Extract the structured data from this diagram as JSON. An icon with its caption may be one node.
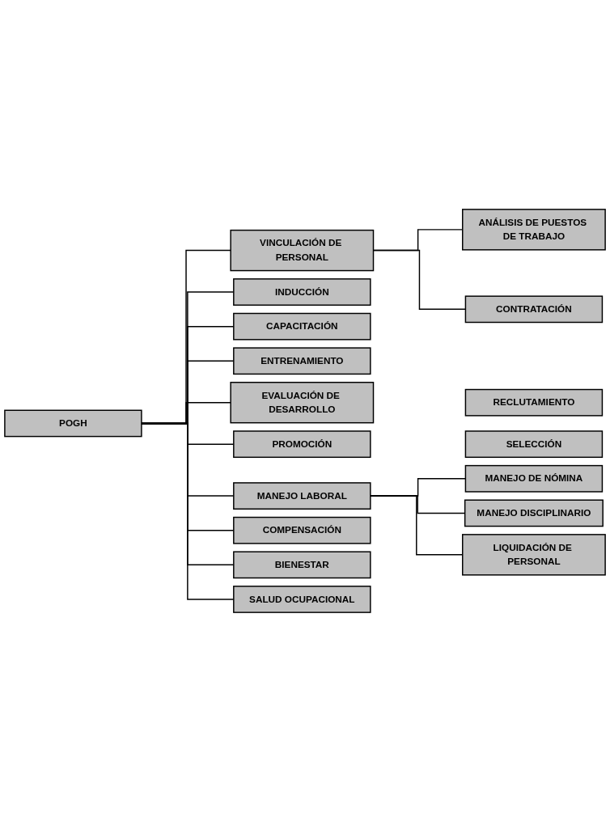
{
  "diagram": {
    "nodes": [
      {
        "text": [
          "POGH"
        ]
      },
      {
        "text": [
          "VINCULACIÓN DE PERSONAL"
        ]
      },
      {
        "text": [
          "ANÁLISIS DE PUESTOS DE TRABAJO"
        ]
      },
      {
        "text": [
          "RECLUTAMIENTO"
        ]
      },
      {
        "text": [
          "SELECCIÓN"
        ]
      },
      {
        "text": [
          "CONTRATACIÓN"
        ]
      },
      {
        "text": [
          "INDUCCIÓN"
        ]
      },
      {
        "text": [
          "CAPACITACIÓN"
        ]
      },
      {
        "text": [
          "ENTRENAMIENTO"
        ]
      },
      {
        "text": [
          "EVALUACIÓN DE DESARROLLO"
        ]
      },
      {
        "text": [
          "PROMOCIÓN"
        ]
      },
      {
        "text": [
          "MANEJO LABORAL"
        ]
      },
      {
        "text": [
          "MANEJO DE NÓMINA"
        ]
      },
      {
        "text": [
          "MANEJO DISCIPLINARIO"
        ]
      },
      {
        "text": [
          "LIQUIDACIÓN DE PERSONAL"
        ]
      },
      {
        "text": [
          "COMPENSACIÓN"
        ]
      },
      {
        "text": [
          "BIENESTAR"
        ]
      },
      {
        "text": [
          "SALUD OCUPACIONAL"
        ]
      }
    ],
    "edges": [
      {
        "from": 0,
        "to": 1,
        "arrow": "none"
      },
      {
        "from": 1,
        "to": 2,
        "arrow": "none"
      },
      {
        "from": 1,
        "to": 5,
        "arrow": "none"
      },
      {
        "from": 0,
        "to": 6,
        "arrow": "none"
      },
      {
        "from": 0,
        "to": 7,
        "arrow": "none"
      },
      {
        "from": 0,
        "to": 8,
        "arrow": "none"
      },
      {
        "from": 0,
        "to": 9,
        "arrow": "none"
      },
      {
        "from": 0,
        "to": 10,
        "arrow": "none"
      },
      {
        "from": 0,
        "to": 11,
        "arrow": "none"
      },
      {
        "from": 11,
        "to": 12,
        "arrow": "none"
      },
      {
        "from": 11,
        "to": 13,
        "arrow": "none"
      },
      {
        "from": 11,
        "to": 14,
        "arrow": "none"
      },
      {
        "from": 0,
        "to": 15,
        "arrow": "none"
      },
      {
        "from": 0,
        "to": 16,
        "arrow": "none"
      },
      {
        "from": 0,
        "to": 17,
        "arrow": "none"
      }
    ]
  }
}
